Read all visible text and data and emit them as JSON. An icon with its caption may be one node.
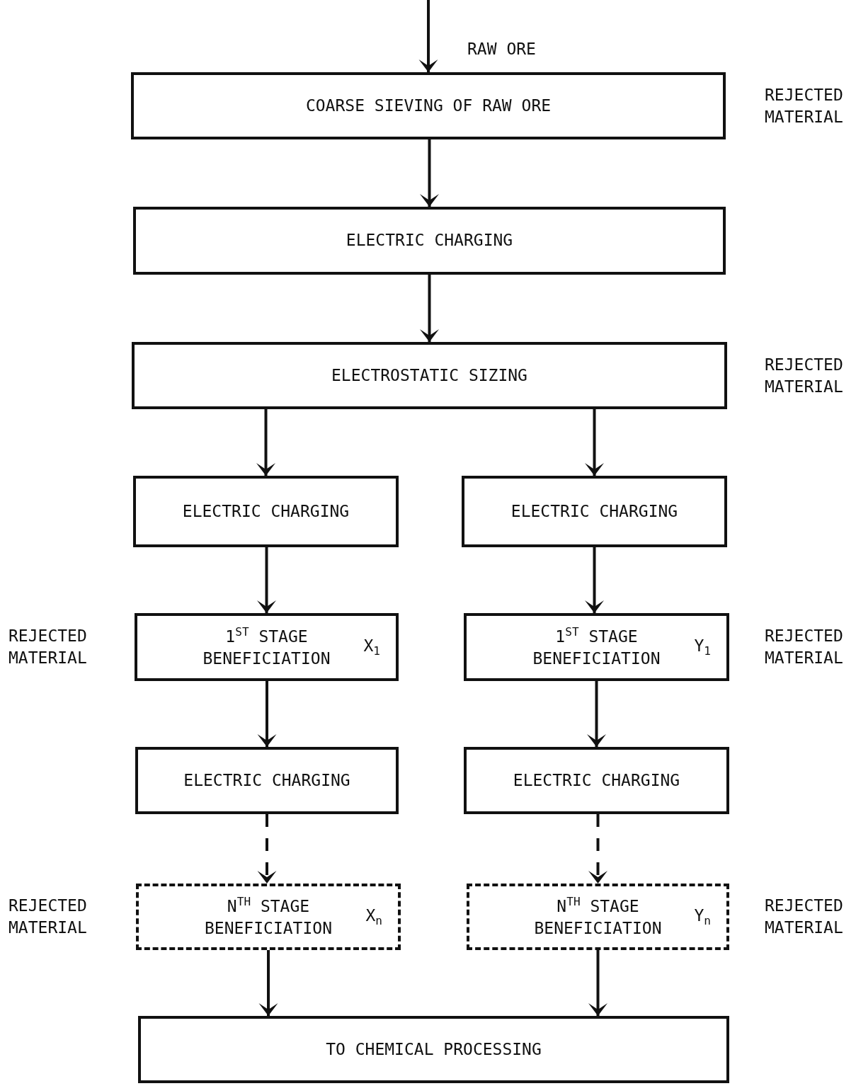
{
  "diagram": {
    "nodes": [
      {
        "text": [
          "COARSE SIEVING OF RAW ORE"
        ],
        "beside": [
          "REJECTED MATERIAL"
        ]
      },
      {
        "text": [
          "ELECTRIC CHARGING"
        ]
      },
      {
        "text": [
          "ELECTROSTATIC SIZING"
        ],
        "beside": [
          "REJECTED MATERIAL"
        ]
      },
      {
        "text": [
          "ELECTRIC CHARGING"
        ]
      },
      {
        "text": [
          "ELECTRIC CHARGING"
        ]
      },
      {
        "text": [
          "1$^{ST}$ STAGE BENEFICIATION",
          "X$_{1}$"
        ],
        "beside": [
          "REJECTED MATERIAL"
        ]
      },
      {
        "text": [
          "1$^{ST}$ STAGE BENEFICIATION",
          "Y$_{1}$"
        ],
        "beside": [
          "REJECTED MATERIAL"
        ]
      },
      {
        "text": [
          "ELECTRIC CHARGING"
        ]
      },
      {
        "text": [
          "ELECTRIC CHARGING"
        ]
      },
      {
        "text": [
          "N$^{TH}$ STAGE BENEFICIATION",
          "X$_{n}$"
        ],
        "beside": [
          "REJECTED MATERIAL"
        ]
      },
      {
        "text": [
          "N$^{TH}$ STAGE BENEFICIATION",
          "Y$_{n}$"
        ],
        "beside": [
          "REJECTED MATERIAL"
        ]
      },
      {
        "text": [
          "TO CHEMICAL PROCESSING"
        ]
      }
    ],
    "edges": [
      {
        "from": null,
        "to": 0,
        "arrow": "to",
        "label": "RAW ORE"
      },
      {
        "from": 0,
        "to": 1,
        "arrow": "to"
      },
      {
        "from": 1,
        "to": 2,
        "arrow": "to"
      },
      {
        "from": 2,
        "to": 3,
        "arrow": "to"
      },
      {
        "from": 2,
        "to": 4,
        "arrow": "to"
      },
      {
        "from": 3,
        "to": 5,
        "arrow": "to"
      },
      {
        "from": 4,
        "to": 6,
        "arrow": "to"
      },
      {
        "from": 5,
        "to": 7,
        "arrow": "to"
      },
      {
        "from": 6,
        "to": 8,
        "arrow": "to"
      },
      {
        "from": 7,
        "to": 9,
        "arrow": "to",
        "style": "dashed"
      },
      {
        "from": 8,
        "to": 10,
        "arrow": "to",
        "style": "dashed"
      },
      {
        "from": 9,
        "to": 11,
        "arrow": "to"
      },
      {
        "from": 10,
        "to": 11,
        "arrow": "to"
      }
    ]
  }
}
